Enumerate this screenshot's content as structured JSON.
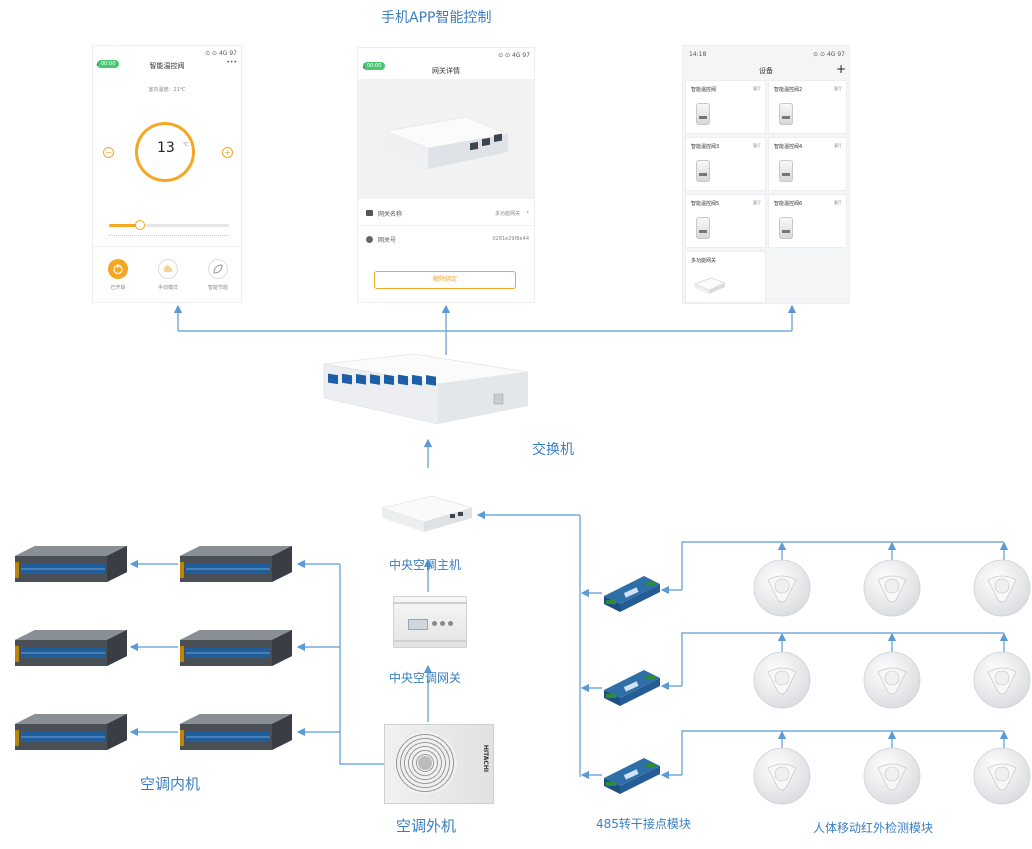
{
  "title": "手机APP智能控制",
  "labels": {
    "switch": "交换机",
    "host": "中央空调主机",
    "gateway": "中央空调网关",
    "indoor": "空调内机",
    "outdoor": "空调外机",
    "module485": "485转干接点模块",
    "ir": "人体移动红外检测模块"
  },
  "outdoor_brand": "HITACHI",
  "phone1": {
    "pill": "00:00",
    "status_right": "⊙ ⊙ 4G 97",
    "header": "智能温控阀",
    "subtitle": "室内温度：21℃",
    "temp": "13",
    "unit": "℃",
    "minus": "−",
    "plus": "+",
    "buttons": [
      {
        "label": "已开启",
        "icon": "power-icon"
      },
      {
        "label": "手动模式",
        "icon": "hand-icon"
      },
      {
        "label": "智能节能",
        "icon": "leaf-icon"
      }
    ],
    "colors": {
      "accent": "#f5a623"
    }
  },
  "phone2": {
    "pill": "00:00",
    "status_right": "⊙ ⊙ 4G 97",
    "header": "网关详情",
    "rows": [
      {
        "label": "网关名称",
        "value": "多功能网关"
      },
      {
        "label": "网关号",
        "value": "0281e29f8e44"
      }
    ],
    "button": "解除绑定"
  },
  "phone3": {
    "time": "14:18",
    "status_right": "⊙ ⊙ 4G 97",
    "header": "设备",
    "plus": "+",
    "devices": [
      {
        "name": "智能温控阀",
        "room": "客厅"
      },
      {
        "name": "智能温控阀2",
        "room": "客厅"
      },
      {
        "name": "智能温控阀3",
        "room": "客厅"
      },
      {
        "name": "智能温控阀4",
        "room": "客厅"
      },
      {
        "name": "智能温控阀5",
        "room": "客厅"
      },
      {
        "name": "智能温控阀6",
        "room": "客厅"
      }
    ],
    "gateway_card": "多功能网关"
  },
  "colors": {
    "line": "#5b9bd5",
    "label": "#3a7fc0",
    "module": "#2f6fa8"
  }
}
